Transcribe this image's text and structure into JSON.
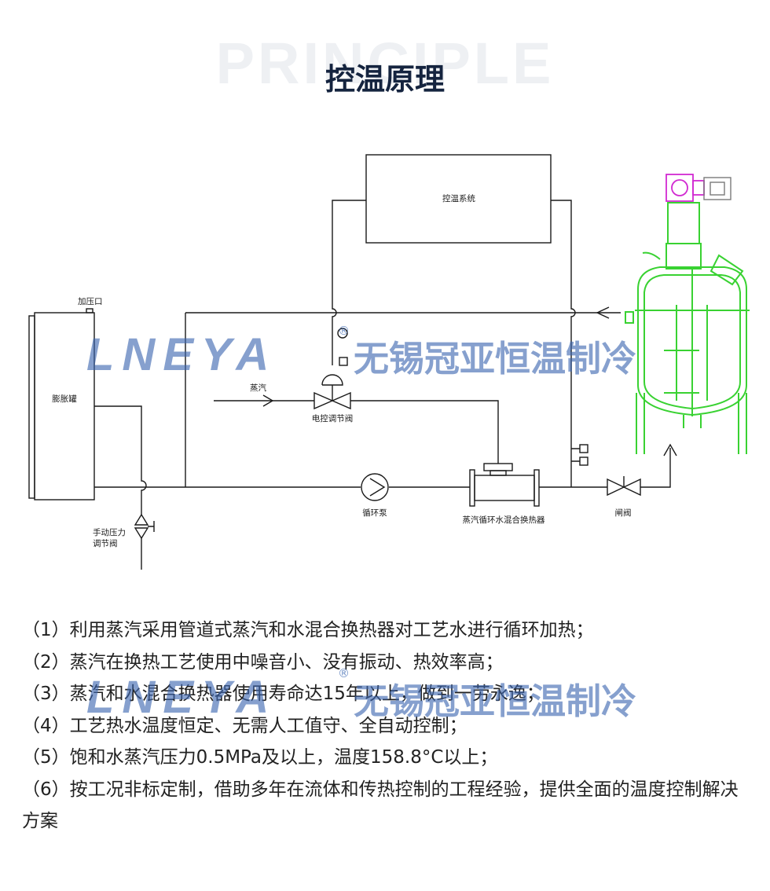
{
  "header": {
    "bg_word": "PRINCIPLE",
    "title": "控温原理"
  },
  "diagram": {
    "labels": {
      "control_system": "控温系统",
      "pressurize_port": "加压口",
      "expansion_tank": "膨胀罐",
      "steam": "蒸汽",
      "electric_valve": "电控调节阀",
      "manual_valve_line1": "手动压力",
      "manual_valve_line2": "调节阀",
      "circulation_pump": "循环泵",
      "mixer": "蒸汽循环水混合换热器",
      "valve": "闸阀"
    }
  },
  "watermark": {
    "logo": "LNEYA",
    "reg": "®",
    "cn": "无锡冠亚恒温制冷"
  },
  "description": {
    "items": [
      "（1）利用蒸汽采用管道式蒸汽和水混合换热器对工艺水进行循环加热；",
      "（2）蒸汽在换热工艺使用中噪音小、没有振动、热效率高；",
      "（3）蒸汽和水混合换热器使用寿命达15年以上，做到一劳永逸；",
      "（4）工艺热水温度恒定、无需人工值守、全自动控制；",
      "（5）饱和水蒸汽压力0.5MPa及以上，温度158.8°C以上；",
      "（6）按工况非标定制，借助多年在流体和传热控制的工程经验，提供全面的温度控制解决方案"
    ]
  },
  "colors": {
    "title": "#15243f",
    "line": "#1a1a1a",
    "reactor": "#39d232",
    "motor": "#d12ad1",
    "watermark": "#3b66b0"
  }
}
